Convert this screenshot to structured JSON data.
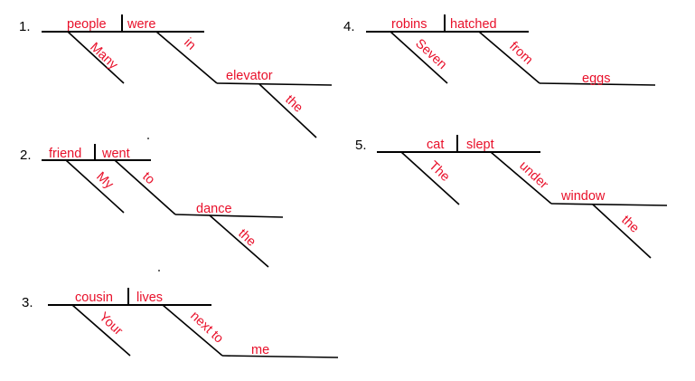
{
  "colors": {
    "line": "#000000",
    "text": "#e8102a",
    "number": "#000000"
  },
  "diagrams": [
    {
      "number": "1.",
      "subject": "people",
      "verb": "were",
      "subject_modifier": "Many",
      "preposition": "in",
      "object": "elevator",
      "object_modifier": "the"
    },
    {
      "number": "2.",
      "subject": "friend",
      "verb": "went",
      "subject_modifier": "My",
      "preposition": "to",
      "object": "dance",
      "object_modifier": "the"
    },
    {
      "number": "3.",
      "subject": "cousin",
      "verb": "lives",
      "subject_modifier": "Your",
      "preposition": "next to",
      "object": "me",
      "object_modifier": ""
    },
    {
      "number": "4.",
      "subject": "robins",
      "verb": "hatched",
      "subject_modifier": "Seven",
      "preposition": "from",
      "object": "eggs",
      "object_modifier": ""
    },
    {
      "number": "5.",
      "subject": "cat",
      "verb": "slept",
      "subject_modifier": "The",
      "preposition": "under",
      "object": "window",
      "object_modifier": "the"
    }
  ]
}
